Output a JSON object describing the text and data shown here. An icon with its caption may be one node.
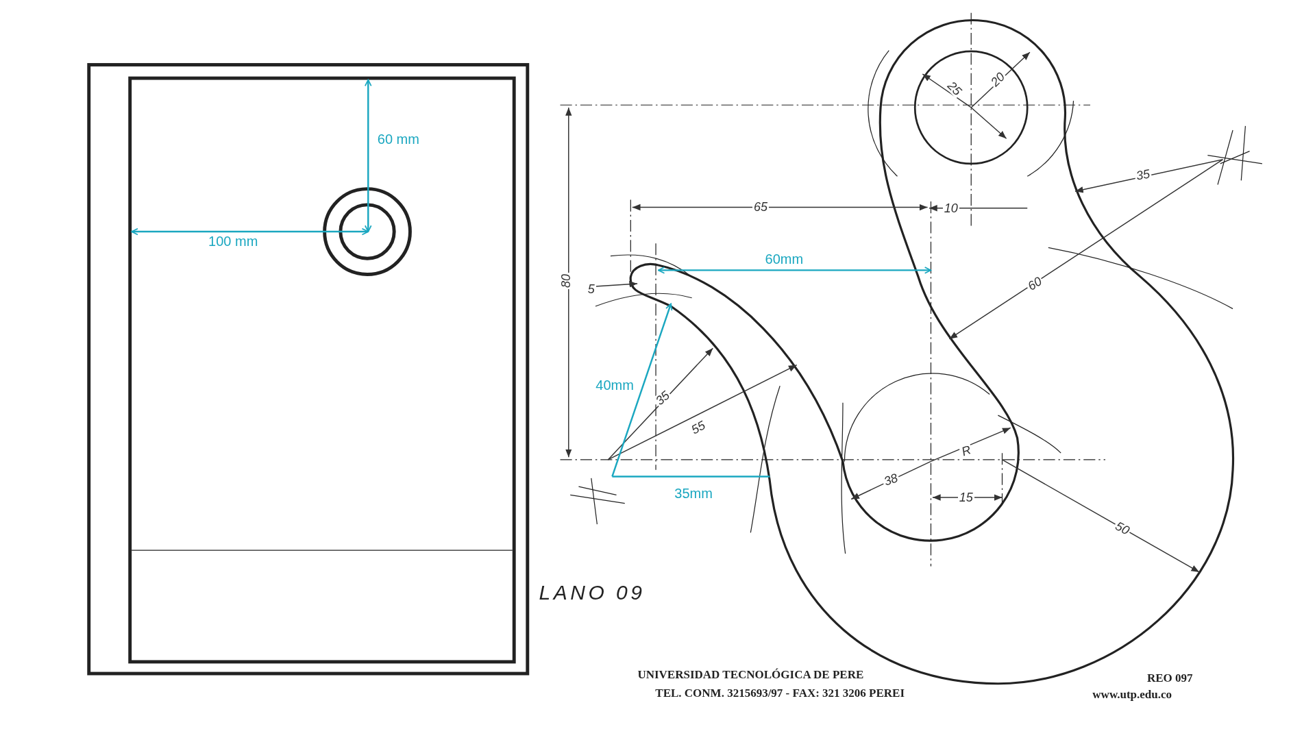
{
  "diagram": {
    "labels": [
      "60 mm",
      "100 mm",
      "25",
      "20",
      "65",
      "10",
      "35",
      "60mm",
      "80",
      "5",
      "60",
      "40mm",
      "35",
      "55",
      "R",
      "38",
      "35mm",
      "15",
      "50",
      "LANO 09",
      "UNIVERSIDAD TECNOLÓGICA DE PERE",
      "REO 097",
      "TEL. CONM. 3215693/97 - FAX: 321 3206 PEREI",
      "www.utp.edu.co"
    ]
  }
}
